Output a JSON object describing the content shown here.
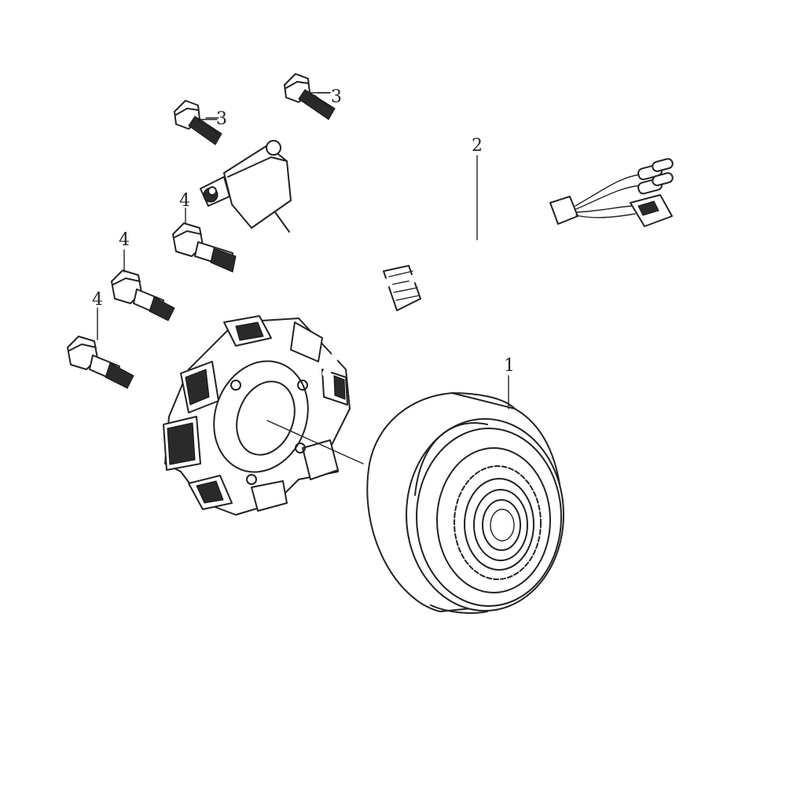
{
  "callouts": {
    "flywheel": "1",
    "wire_harness": "2",
    "screw_upper_left": "3",
    "screw_upper_right": "3",
    "bolt_top": "4",
    "bolt_middle": "4",
    "bolt_bottom": "4"
  },
  "colors": {
    "ink": "#222222",
    "background": "#ffffff"
  }
}
